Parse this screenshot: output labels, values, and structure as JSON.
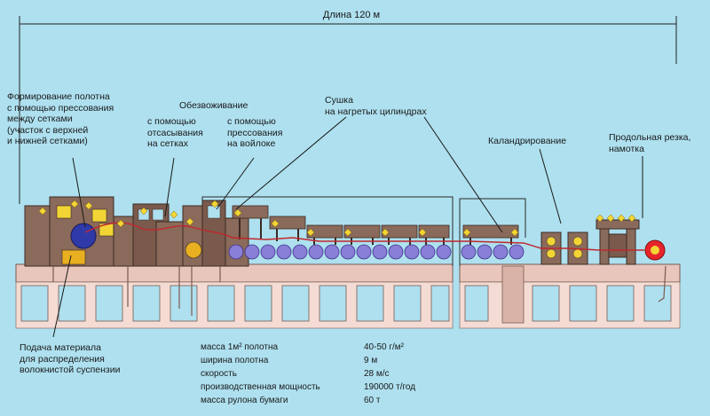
{
  "length_label": "Длина 120 м",
  "labels": {
    "forming": "Формирование полотна\nс помощью прессования\nмежду сетками\n(участок с верхней\nи нижней сетками)",
    "dewatering": "Обезвоживание",
    "dewater_suction": "с помощью\nотсасывания\nна сетках",
    "dewater_press": "с помощью\nпрессования\nна войлоке",
    "drying": "Сушка\nна нагретых цилиндрах",
    "calendering": "Каландрирование",
    "slitting": "Продольная резка,\nнамотка",
    "feed": "Подача материала\nдля распределения\nволокнистой суспензии"
  },
  "specs": [
    {
      "name": "масса 1м² полотна",
      "value": "40-50 г/м²"
    },
    {
      "name": "ширина полотна",
      "value": "9 м"
    },
    {
      "name": "скорость",
      "value": "28 м/с"
    },
    {
      "name": "производственная мощность",
      "value": "190000 т/год"
    },
    {
      "name": "масса рулона бумаги",
      "value": "60 т"
    }
  ],
  "colors": {
    "background": "#aee0ef",
    "machine": "#8a6a5a",
    "machine_dark": "#5a3f35",
    "floor": "#e8c6bc",
    "rollers": "#8a7fd6",
    "web": "#c0272d",
    "markers": "#f2d535",
    "reel": "#e8242a"
  }
}
